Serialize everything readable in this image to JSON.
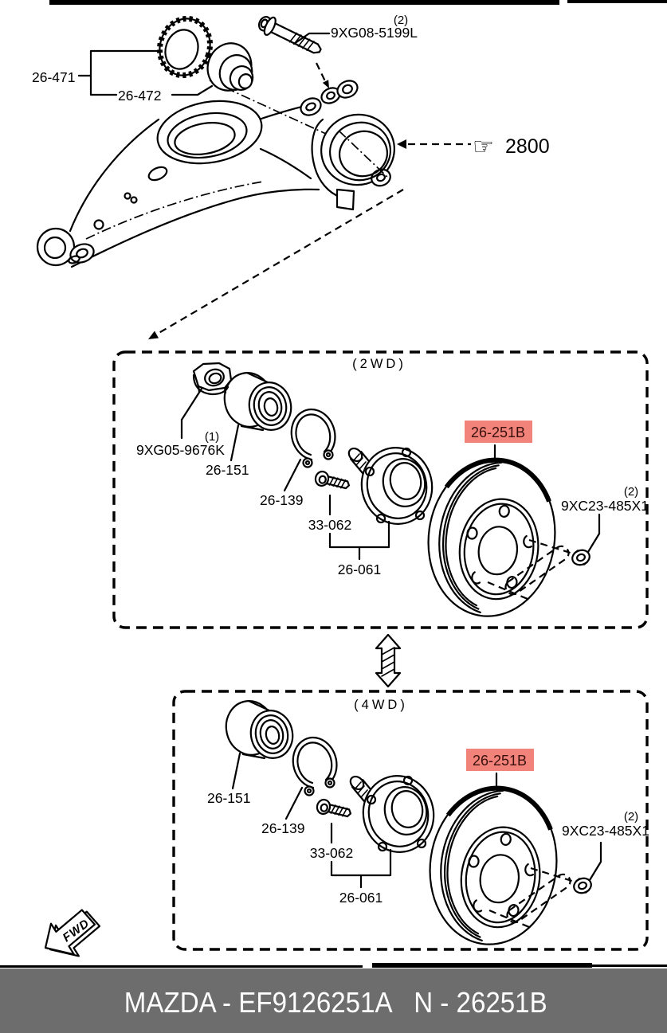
{
  "colors": {
    "highlight": "#f1837b",
    "highlight_text": "#3a100c",
    "banner_bg": "#6d6d6d",
    "banner_text": "#ffffff",
    "ink": "#000000"
  },
  "banner": {
    "left": "MAZDA - EF9126251A",
    "right": "N - 26251B"
  },
  "overview": {
    "tone_ring_part": "26-471",
    "dust_cap_part": "26-472",
    "bolt_qty": "(2)",
    "bolt_part": "9XG08-5199L",
    "ref_code": "2800",
    "hand_icon": "☞"
  },
  "fwd": {
    "label": "FWD"
  },
  "box_2wd": {
    "title": "(2WD)",
    "nut_qty": "(1)",
    "nut_part": "9XG05-9676K",
    "bearing_part": "26-151",
    "snap_ring_part": "26-139",
    "screw_part": "33-062",
    "hub_part": "26-061",
    "rotor_part": "26-251B",
    "lug_nut_qty": "(2)",
    "lug_nut_part": "9XC23-485X1"
  },
  "box_4wd": {
    "title": "(4WD)",
    "bearing_part": "26-151",
    "snap_ring_part": "26-139",
    "screw_part": "33-062",
    "hub_part": "26-061",
    "rotor_part": "26-251B",
    "lug_nut_qty": "(2)",
    "lug_nut_part": "9XC23-485X1"
  }
}
